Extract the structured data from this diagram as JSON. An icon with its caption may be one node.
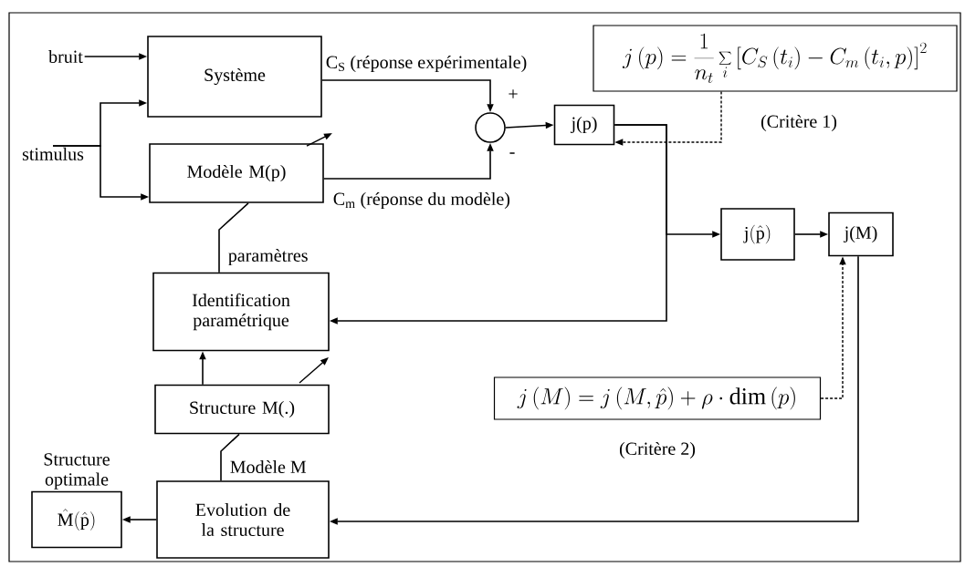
{
  "diagram": {
    "nodes": [
      {
        "text": [
          "bruit"
        ]
      },
      {
        "text": [
          "Système"
        ]
      },
      {
        "text": [
          "stimulus"
        ]
      },
      {
        "text": [
          "Modèle M(p)"
        ]
      },
      {
        "text": [],
        "shape": "circle"
      },
      {
        "text": [
          "j(p)"
        ]
      },
      {
        "text": [
          "j\\left(p\\right)=\\frac{1}{n_t}\\sum_i\\left[C_S\\left(t_i\\right)-C_m\\left(t_i,p\\right)\\right]^2"
        ],
        "beside": [
          "(Critère 1)"
        ]
      },
      {
        "text": [
          "\\mathrm{j}(\\hat{\\mathrm{p}})"
        ]
      },
      {
        "text": [
          "j(M)"
        ]
      },
      {
        "text": [
          "Identification paramétrique"
        ]
      },
      {
        "text": [
          "Structure M(.)"
        ]
      },
      {
        "text": [
          "j\\left(M\\right)=j\\left(M,\\hat{p}\\right)+\\rho\\cdot\\mathrm{dim}\\left(p\\right)"
        ],
        "beside": [
          "(Critère 2)"
        ]
      },
      {
        "text": [
          "Evolution de la structure"
        ]
      },
      {
        "text": [
          "Structure optimale",
          "\\hat{\\mathrm{M}}(\\hat{\\mathrm{p}})"
        ]
      }
    ],
    "edges": [
      {
        "from": 0,
        "to": 1,
        "arrow": "to"
      },
      {
        "from": 2,
        "to": 1,
        "arrow": "to"
      },
      {
        "from": 2,
        "to": 3,
        "arrow": "to"
      },
      {
        "from": 1,
        "to": 4,
        "arrow": "to",
        "label": "C$_{S}$ (réponse expérimentale)"
      },
      {
        "from": 3,
        "to": 4,
        "arrow": "to",
        "label": "C$_{m}$ (réponse du modèle)"
      },
      {
        "from": 4,
        "to": 5,
        "arrow": "to"
      },
      {
        "from": 6,
        "to": 5,
        "arrow": "to",
        "style": "dashed"
      },
      {
        "from": 5,
        "to": 7,
        "arrow": "to"
      },
      {
        "from": 5,
        "to": 9,
        "arrow": "to"
      },
      {
        "from": 7,
        "to": 8,
        "arrow": "to"
      },
      {
        "from": 8,
        "to": 12,
        "arrow": "to"
      },
      {
        "from": 11,
        "to": 8,
        "arrow": "to",
        "style": "dashed"
      },
      {
        "from": 9,
        "to": 3,
        "arrow": "none",
        "label": "paramètres"
      },
      {
        "from": 10,
        "to": 9,
        "arrow": "to"
      },
      {
        "from": 12,
        "to": 10,
        "arrow": "none",
        "label": "Modèle M"
      },
      {
        "from": 12,
        "to": 13,
        "arrow": "to"
      }
    ],
    "labels": [
      "+",
      "-"
    ]
  }
}
